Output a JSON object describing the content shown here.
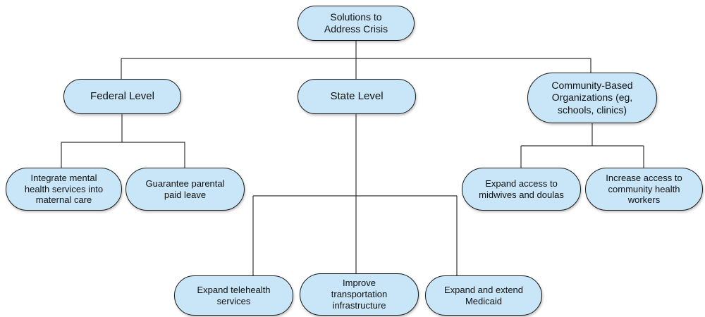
{
  "diagram_title": "Solutions to Address Crisis",
  "nodes": {
    "root": {
      "label": "Solutions to\nAddress Crisis"
    },
    "federal": {
      "label": "Federal Level"
    },
    "state": {
      "label": "State Level"
    },
    "community": {
      "label": "Community-Based\nOrganizations (eg,\nschools, clinics)"
    },
    "integrate": {
      "label": "Integrate mental\nhealth services into\nmaternal care"
    },
    "guarantee": {
      "label": "Guarantee parental\npaid leave"
    },
    "midwives": {
      "label": "Expand access to\nmidwives and doulas"
    },
    "increase": {
      "label": "Increase access to\ncommunity health\nworkers"
    },
    "telehealth": {
      "label": "Expand telehealth\nservices"
    },
    "transport": {
      "label": "Improve\ntransportation\ninfrastructure"
    },
    "medicaid": {
      "label": "Expand and extend\nMedicaid"
    }
  },
  "edges": [
    [
      "root",
      "federal"
    ],
    [
      "root",
      "state"
    ],
    [
      "root",
      "community"
    ],
    [
      "federal",
      "integrate"
    ],
    [
      "federal",
      "guarantee"
    ],
    [
      "state",
      "telehealth"
    ],
    [
      "state",
      "transport"
    ],
    [
      "state",
      "medicaid"
    ],
    [
      "community",
      "midwives"
    ],
    [
      "community",
      "increase"
    ]
  ],
  "colors": {
    "node_fill": "#C8E6F8",
    "node_border": "#1a1a1a",
    "line": "#333333",
    "text": "#111111",
    "background": "#ffffff"
  }
}
